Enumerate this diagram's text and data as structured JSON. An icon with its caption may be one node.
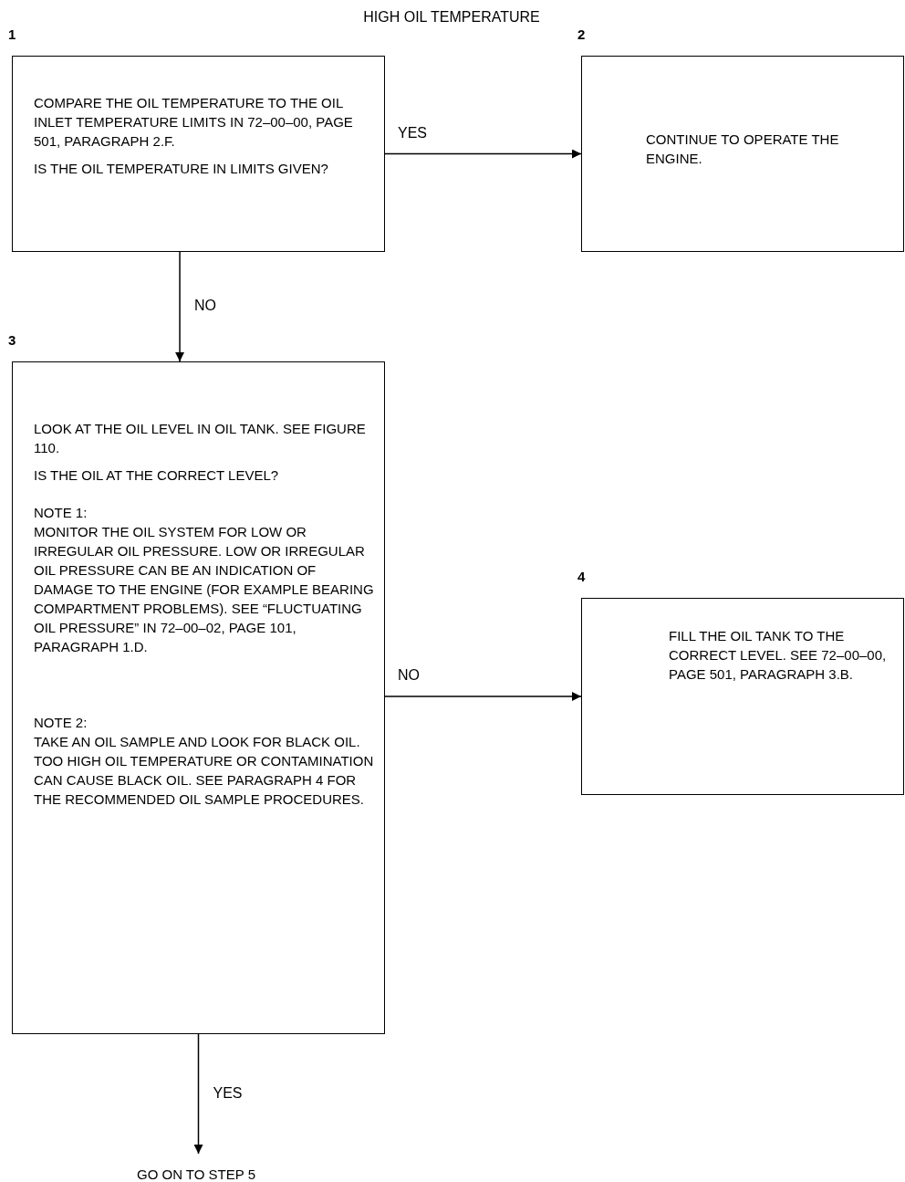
{
  "diagram": {
    "title": "HIGH OIL TEMPERATURE",
    "nodes": [
      {
        "text": [
          "COMPARE THE OIL TEMPERATURE TO THE OIL INLET TEMPERATURE LIMITS IN 72–00–00, PAGE 501, PARAGRAPH 2.F.",
          "IS THE OIL TEMPERATURE IN LIMITS GIVEN?"
        ],
        "beside": [
          "1"
        ]
      },
      {
        "text": [
          "CONTINUE TO OPERATE THE ENGINE."
        ],
        "beside": [
          "2"
        ]
      },
      {
        "text": [
          "LOOK AT THE OIL LEVEL IN OIL TANK. SEE FIGURE 110.",
          "IS THE OIL AT THE CORRECT LEVEL?",
          "NOTE 1:",
          "MONITOR THE OIL SYSTEM FOR LOW OR IRREGULAR OIL PRESSURE. LOW OR IRREGULAR OIL PRESSURE CAN BE AN INDICATION OF DAMAGE TO THE ENGINE (FOR EXAMPLE BEARING COMPARTMENT PROBLEMS). SEE “FLUCTUATING OIL PRESSURE” IN 72–00–02, PAGE 101, PARAGRAPH 1.D.",
          "NOTE 2:",
          "TAKE AN OIL SAMPLE AND LOOK FOR BLACK OIL. TOO HIGH OIL TEMPERATURE OR CONTAMINATION CAN CAUSE BLACK OIL. SEE PARAGRAPH 4 FOR THE RECOMMENDED OIL SAMPLE PROCEDURES."
        ],
        "beside": [
          "3"
        ]
      },
      {
        "text": [
          "FILL THE OIL TANK TO THE CORRECT LEVEL. SEE 72–00–00, PAGE 501, PARAGRAPH 3.B."
        ],
        "beside": [
          "4"
        ]
      },
      {
        "text": [
          "GO ON TO STEP 5"
        ]
      }
    ],
    "edges": [
      {
        "from": 0,
        "to": 1,
        "arrow": "to",
        "label": "YES"
      },
      {
        "from": 0,
        "to": 2,
        "arrow": "to",
        "label": "NO"
      },
      {
        "from": 2,
        "to": 3,
        "arrow": "to",
        "label": "NO"
      },
      {
        "from": 2,
        "to": 4,
        "arrow": "to",
        "label": "YES"
      }
    ]
  }
}
